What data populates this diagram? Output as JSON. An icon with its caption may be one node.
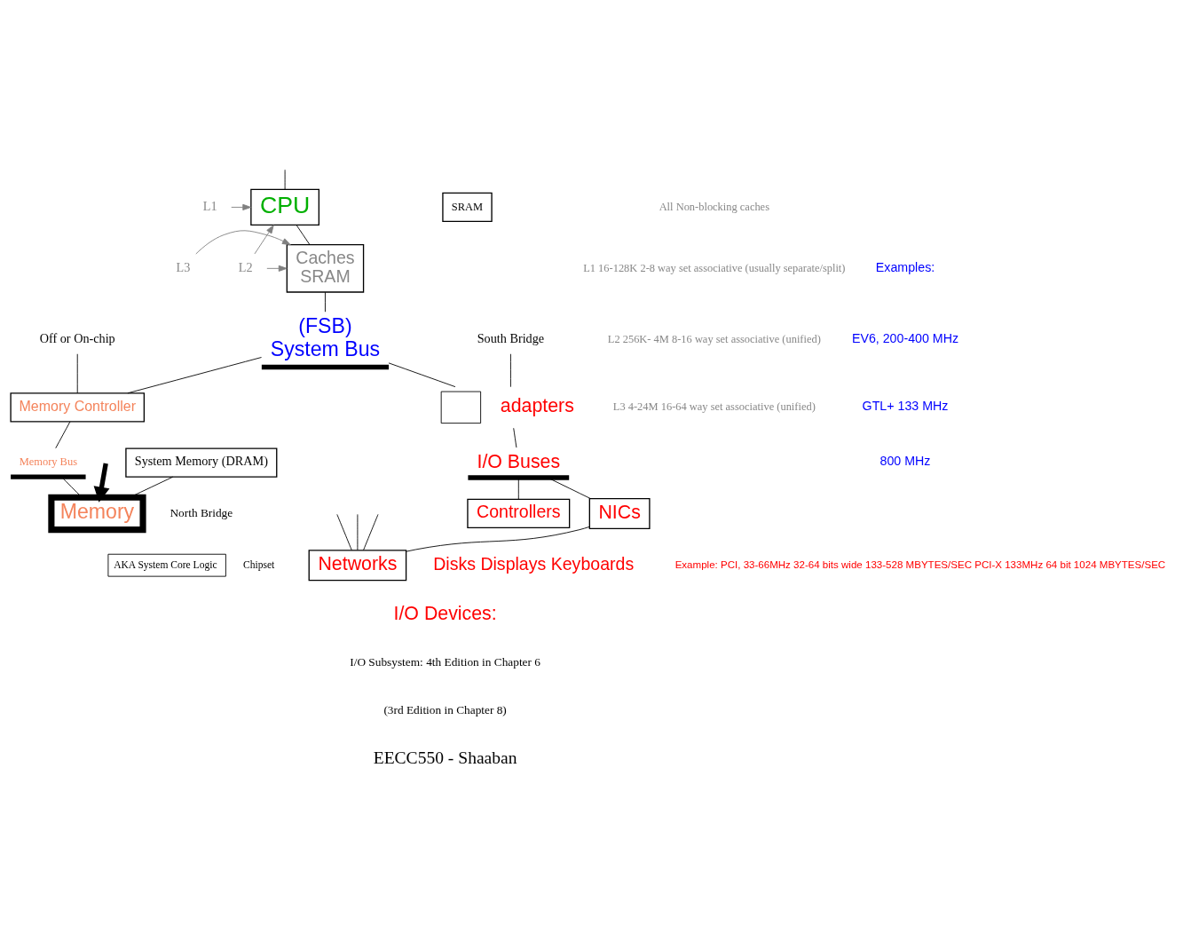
{
  "diagram": {
    "nodes": [
      {
        "text": [
          "CPU"
        ]
      },
      {
        "text": [
          "Caches",
          "SRAM"
        ]
      },
      {
        "text": [
          "L1"
        ]
      },
      {
        "text": [
          "L2"
        ]
      },
      {
        "text": [
          "L3"
        ]
      },
      {
        "text": [
          "SRAM"
        ]
      },
      {
        "text": [
          "(FSB)",
          "System Bus"
        ]
      },
      {
        "text": [
          "Memory Controller"
        ]
      },
      {
        "text": [
          "Off or On-chip"
        ]
      },
      {
        "text": [
          "Memory Bus"
        ]
      },
      {
        "text": [
          "Memory"
        ]
      },
      {
        "text": [
          "System Memory (DRAM)"
        ]
      },
      {
        "text": [],
        "shape": "box",
        "beside": [
          "adapters"
        ]
      },
      {
        "text": [
          "I/O Buses"
        ]
      },
      {
        "text": [
          "Controllers"
        ]
      },
      {
        "text": [
          "NICs"
        ]
      },
      {
        "text": [
          "Networks"
        ]
      },
      {
        "text": [
          "South Bridge"
        ]
      },
      {
        "text": [
          "AKA System Core Logic"
        ],
        "beside": [
          "Chipset"
        ]
      }
    ],
    "edges": [
      {
        "from": null,
        "to": 0,
        "arrow": "none"
      },
      {
        "from": 0,
        "to": 1,
        "arrow": "none"
      },
      {
        "from": 2,
        "to": 0,
        "arrow": "to",
        "color": "#808080"
      },
      {
        "from": 3,
        "to": 0,
        "arrow": "to",
        "color": "#808080"
      },
      {
        "from": 3,
        "to": 1,
        "arrow": "to",
        "color": "#808080"
      },
      {
        "from": 4,
        "to": 1,
        "arrow": "to",
        "color": "#808080"
      },
      {
        "from": 1,
        "to": 6,
        "arrow": "none"
      },
      {
        "from": 6,
        "to": 7,
        "arrow": "none"
      },
      {
        "from": 8,
        "to": 7,
        "arrow": "none"
      },
      {
        "from": 7,
        "to": 9,
        "arrow": "none"
      },
      {
        "from": 9,
        "to": 10,
        "arrow": "none"
      },
      {
        "from": 11,
        "to": 10,
        "arrow": "none"
      },
      {
        "from": null,
        "to": 10,
        "arrow": "to",
        "style": "thick"
      },
      {
        "from": 6,
        "to": 12,
        "arrow": "none"
      },
      {
        "from": 12,
        "to": 13,
        "arrow": "none"
      },
      {
        "from": 13,
        "to": 14,
        "arrow": "none"
      },
      {
        "from": 13,
        "to": 15,
        "arrow": "none"
      },
      {
        "from": 15,
        "to": 16,
        "arrow": "none"
      },
      {
        "from": null,
        "to": 16,
        "arrow": "none"
      },
      {
        "from": null,
        "to": 16,
        "arrow": "none"
      },
      {
        "from": null,
        "to": 16,
        "arrow": "none"
      },
      {
        "from": 17,
        "to": 12,
        "arrow": "none"
      }
    ],
    "labels": [
      "All Non-blocking caches",
      "L1 16-128K 2-8 way set associative (usually separate/split)",
      "L2 256K- 4M 8-16 way set associative (unified)",
      "L3 4-24M 16-64 way set associative (unified)",
      "Examples:",
      "EV6, 200-400 MHz",
      "GTL+ 133 MHz",
      "800 MHz",
      "Example: PCI, 33-66MHz 32-64 bits wide 133-528 MBYTES/SEC PCI-X 133MHz 64 bit 1024 MBYTES/SEC",
      "Disks Displays Keyboards",
      "North Bridge",
      "I/O Devices:",
      "I/O Subsystem: 4th Edition in Chapter 6",
      "(3rd Edition in Chapter 8)",
      "EECC550 - Shaaban"
    ]
  }
}
